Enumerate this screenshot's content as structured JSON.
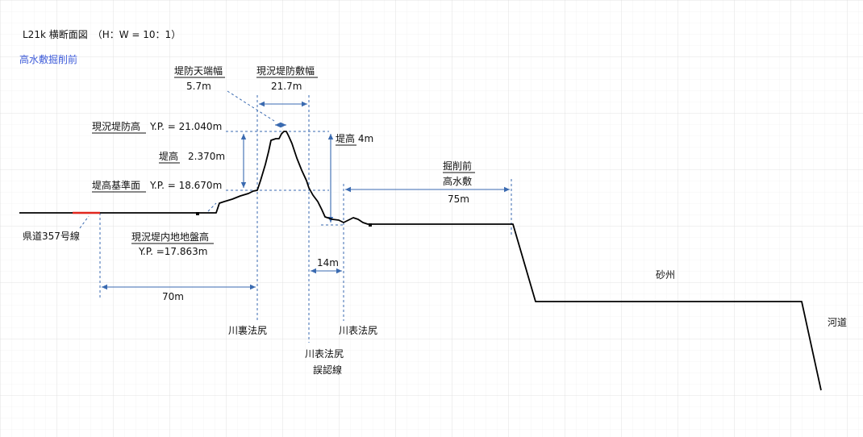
{
  "title": "L21k 横断面図　（H：W = 10：1）",
  "subtitle": "高水敷掘削前",
  "labels": {
    "crest_width_title": "堤防天端幅",
    "crest_width_value": "5.7m",
    "base_width_title": "現況堤防敷幅",
    "base_width_value": "21.7m",
    "levee_crown": "現況堤防高　Y.P. = 21.040m",
    "levee_height_left": "堤高　2.370m",
    "levee_reference": "堤高基準面　Y.P. = 18.670m",
    "levee_height_right": "堤高 4m",
    "floodplain_title_1": "掘削前",
    "floodplain_title_2": "高水敷",
    "floodplain_width": "75m",
    "road": "県道357号線",
    "inland_ground_1": "現況堤内地地盤高",
    "inland_ground_2": "Y.P. =17.863m",
    "dist_70": "70m",
    "dist_14": "14m",
    "toe_inner": "川裏法尻",
    "toe_outer": "川表法尻",
    "toe_wrong_1": "川表法尻",
    "toe_wrong_2": "誤認線",
    "sandbar": "砂州",
    "channel": "河道"
  },
  "colors": {
    "dimension": "#3a6ab0",
    "profile": "#000000",
    "road_mark": "#e0261d",
    "subtitle": "#3d5bd9",
    "grid": "#e6e6e6"
  }
}
